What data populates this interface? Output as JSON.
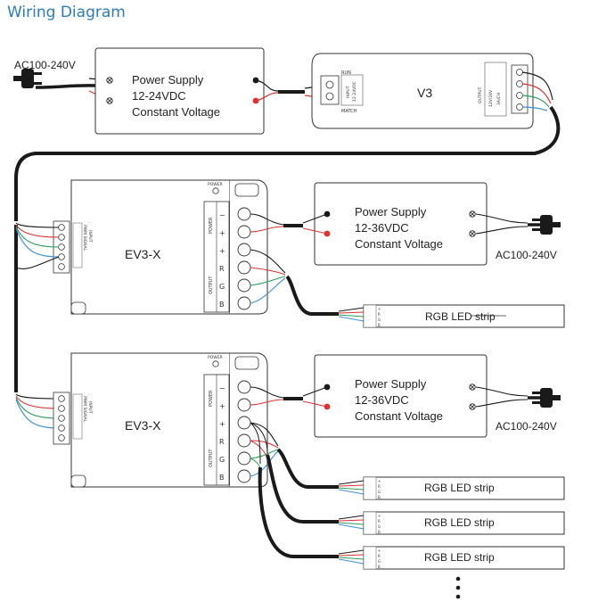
{
  "title": "Wiring Diagram",
  "ac_top": "AC100-240V",
  "ps_top": [
    "Power Supply",
    "12-24VDC",
    "Constant Voltage"
  ],
  "controller": {
    "name": "V3",
    "run": "RUN",
    "match": "MATCH",
    "input_lbl": "INPUT",
    "input_v": "12-24VDC",
    "output_lbl": "OUTPUT",
    "channels": [
      "12V/24V",
      "3A/CH"
    ]
  },
  "receivers": [
    {
      "name": "EV3-X",
      "power": "POWER",
      "input_lbl": "INPUT",
      "input_sig": "PWM SIGNAL",
      "power_lbl": "POWER",
      "output_lbl": "OUTPUT",
      "terminals": [
        "−",
        "+",
        "+",
        "R",
        "G",
        "B"
      ],
      "ps": [
        "Power Supply",
        "12-36VDC",
        "Constant Voltage"
      ],
      "ac": "AC100-240V"
    },
    {
      "name": "EV3-X",
      "power": "POWER",
      "input_lbl": "INPUT",
      "input_sig": "PWM SIGNAL",
      "power_lbl": "POWER",
      "output_lbl": "OUTPUT",
      "terminals": [
        "−",
        "+",
        "+",
        "R",
        "G",
        "B"
      ],
      "ps": [
        "Power Supply",
        "12-36VDC",
        "Constant Voltage"
      ],
      "ac": "AC100-240V"
    }
  ],
  "strips": [
    "RGB LED strip",
    "RGB LED strip",
    "RGB LED strip",
    "RGB LED strip"
  ],
  "strip_pins": [
    "+",
    "R",
    "G",
    "B"
  ],
  "ellipsis": "⋮",
  "colors": {
    "title": "#2b7db7",
    "red": "#e03030",
    "green": "#2aa05a",
    "blue": "#3a8fd8",
    "black": "#1a1a1a"
  }
}
